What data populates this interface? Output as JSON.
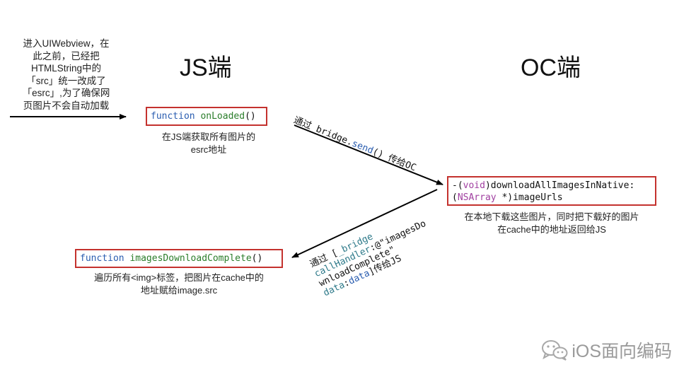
{
  "intro_note": [
    "进入UIWebview，在",
    "此之前，已经把",
    "HTMLString中的",
    "「src」统一改成了",
    "「esrc」,为了确保网",
    "页图片不会自动加载"
  ],
  "headings": {
    "js": "JS端",
    "oc": "OC端"
  },
  "on_loaded": {
    "keyword": "function",
    "name": "onLoaded",
    "parens": "()",
    "note": [
      "在JS端获取所有图片的",
      "esrc地址"
    ]
  },
  "send_arrow": {
    "prefix": "通过 ",
    "object": "bridge.",
    "method": "send",
    "suffix": "() 传给OC"
  },
  "download_all": {
    "line1_prefix": "-(",
    "line1_type": "void",
    "line1_rest": ")downloadAllImagesInNative:",
    "line2_open": "(",
    "line2_type": "NSArray",
    "line2_rest": " *)imageUrls",
    "note": [
      "在本地下载这些图片，同时把下载好的图片",
      "在cache中的地址返回给JS"
    ]
  },
  "callback_arrow": {
    "line1_prefix": "通过 [",
    "line1_obj": "_bridge",
    "line2_method": "callHandler",
    "line2_rest": ":@\"imagesDo",
    "line3": "wnloadComplete\"",
    "line4_key": "data",
    "line4_colon": ":",
    "line4_val": "data",
    "line4_suffix": "]传给JS"
  },
  "images_complete": {
    "keyword": "function",
    "name": "imagesDownloadComplete",
    "parens": "()",
    "note": [
      "遍历所有<img>标签，把图片在cache中的",
      "地址赋给image.src"
    ]
  },
  "watermark": {
    "text": "iOS面向编码",
    "icon": "wechat-icon"
  },
  "colors": {
    "box_border": "#c4322e",
    "keyword_blue": "#2a5db0",
    "name_green": "#2a7d2a",
    "type_purple": "#a03fa0",
    "watermark_gray": "#9a9a9a"
  }
}
